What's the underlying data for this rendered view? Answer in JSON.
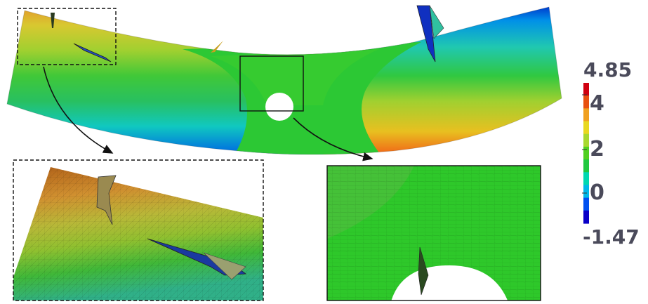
{
  "colorbar": {
    "max_label": "4.85",
    "tick_4": "4",
    "tick_2": "2",
    "tick_0": "0",
    "min_label": "-1.47",
    "colors": [
      "#0a00c8",
      "#0050f0",
      "#00b8e8",
      "#00d8b0",
      "#20c840",
      "#50d020",
      "#a8d830",
      "#e8d820",
      "#f0a020",
      "#e85010",
      "#d00010"
    ]
  },
  "insets": {
    "left": {
      "border": "dashed"
    },
    "right": {
      "border": "solid"
    }
  }
}
